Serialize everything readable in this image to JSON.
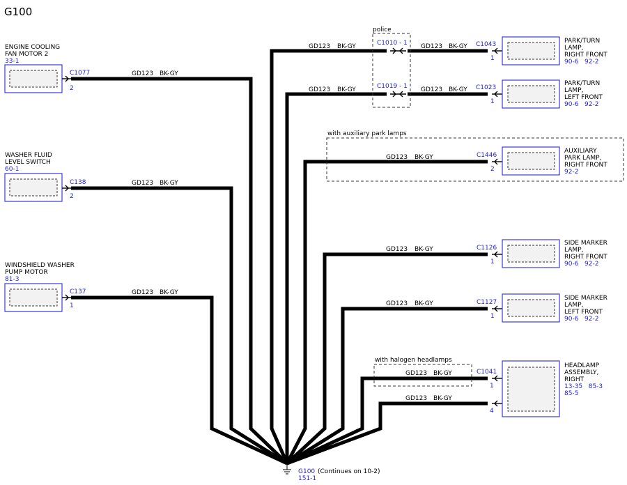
{
  "page_title": "G100",
  "colors": {
    "wire": "#000000",
    "connector": "#1f1fd0",
    "component_box": "#3b3bdc",
    "inner_fill": "#f2f2f2"
  },
  "left_components": [
    {
      "name_lines": [
        "ENGINE COOLING",
        "FAN MOTOR 2"
      ],
      "ref": "33-1",
      "connector": "C1077",
      "pin": "2",
      "circuit": "GD123",
      "color": "BK-GY"
    },
    {
      "name_lines": [
        "WASHER FLUID",
        "LEVEL SWITCH"
      ],
      "ref": "60-1",
      "connector": "C138",
      "pin": "2",
      "circuit": "GD123",
      "color": "BK-GY"
    },
    {
      "name_lines": [
        "WINDSHIELD WASHER",
        "PUMP MOTOR"
      ],
      "ref": "81-3",
      "connector": "C137",
      "pin": "1",
      "circuit": "GD123",
      "color": "BK-GY"
    }
  ],
  "right_components": [
    {
      "name_lines": [
        "PARK/TURN",
        "LAMP,",
        "RIGHT FRONT"
      ],
      "refs": "90-6   92-2",
      "connector": "C1043",
      "pin": "1",
      "circuit": "GD123",
      "color": "BK-GY",
      "inline": {
        "label": "C1010 - 1",
        "circuit": "GD123",
        "color": "BK-GY"
      }
    },
    {
      "name_lines": [
        "PARK/TURN",
        "LAMP,",
        "LEFT FRONT"
      ],
      "refs": "90-6   92-2",
      "connector": "C1023",
      "pin": "1",
      "circuit": "GD123",
      "color": "BK-GY",
      "inline": {
        "label": "C1019 - 1",
        "circuit": "GD123",
        "color": "BK-GY"
      }
    },
    {
      "name_lines": [
        "AUXILIARY",
        "PARK LAMP,",
        "RIGHT FRONT"
      ],
      "refs": "92-2",
      "connector": "C1446",
      "pin": "2",
      "circuit": "GD123",
      "color": "BK-GY"
    },
    {
      "name_lines": [
        "SIDE MARKER",
        "LAMP,",
        "RIGHT FRONT"
      ],
      "refs": "90-6   92-2",
      "connector": "C1126",
      "pin": "1",
      "circuit": "GD123",
      "color": "BK-GY"
    },
    {
      "name_lines": [
        "SIDE MARKER",
        "LAMP,",
        "LEFT FRONT"
      ],
      "refs": "90-6   92-2",
      "connector": "C1127",
      "pin": "1",
      "circuit": "GD123",
      "color": "BK-GY"
    },
    {
      "name_lines": [
        "HEADLAMP",
        "ASSEMBLY,",
        "RIGHT"
      ],
      "refs_lines": [
        "13-35   85-3",
        "85-5"
      ],
      "connector": "C1041",
      "pins": [
        "1",
        "4"
      ],
      "circuits": [
        {
          "circuit": "GD123",
          "color": "BK-GY"
        },
        {
          "circuit": "GD123",
          "color": "BK-GY"
        }
      ]
    }
  ],
  "option_labels": {
    "police": "police",
    "aux_park": "with auxiliary park lamps",
    "halogen": "with halogen headlamps"
  },
  "ground": {
    "name": "G100",
    "ref": "151-1",
    "note": "(Continues on 10-2)"
  }
}
